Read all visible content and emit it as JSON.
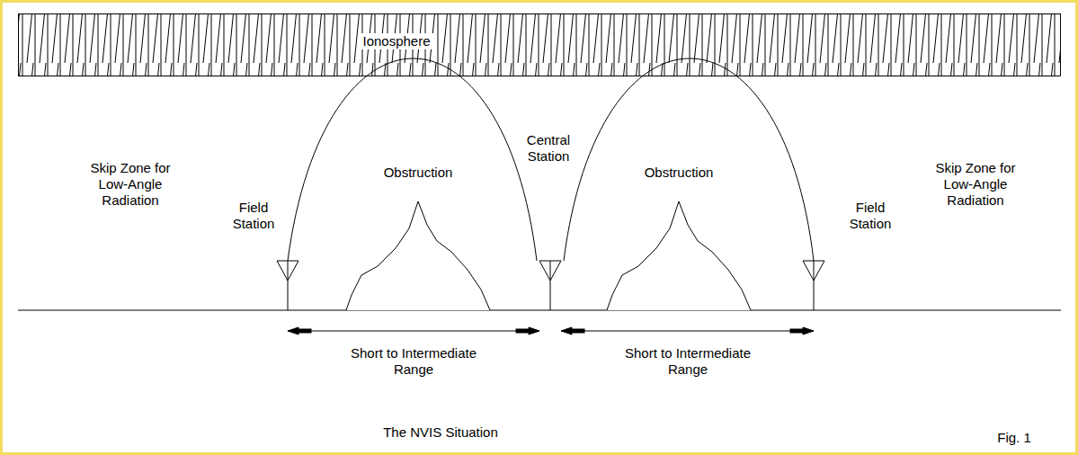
{
  "diagram": {
    "caption": "The NVIS Situation",
    "nodes": [
      {
        "text": [
          "Ionosphere"
        ]
      }
    ],
    "labels": [
      "Skip Zone for Low-Angle Radiation",
      "Field Station",
      "Obstruction",
      "Central Station",
      "Obstruction",
      "Field Station",
      "Skip Zone for Low-Angle Radiation",
      "Short to Intermediate Range",
      "Short to Intermediate Range",
      "Fig. 1"
    ]
  }
}
